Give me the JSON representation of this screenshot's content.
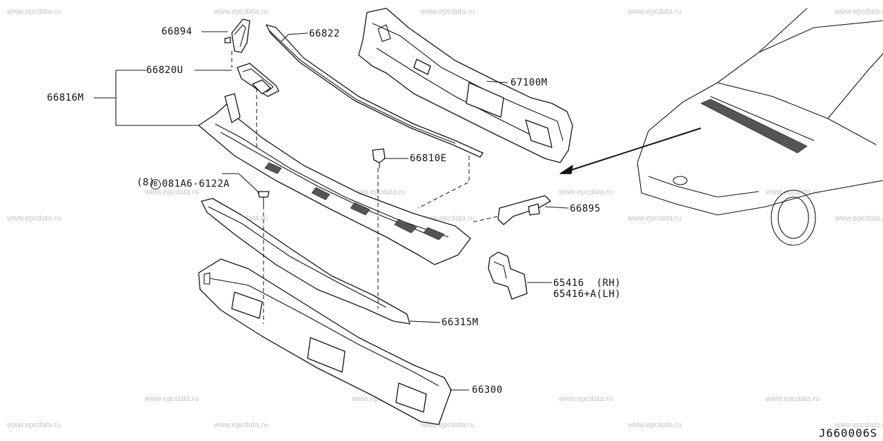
{
  "watermark": "www.epcdata.ru",
  "diagram_code": "J660006S",
  "parts": [
    {
      "id": "66894",
      "text": "66894"
    },
    {
      "id": "66822",
      "text": "66822"
    },
    {
      "id": "66820U",
      "text": "66820U"
    },
    {
      "id": "67100M",
      "text": "67100M"
    },
    {
      "id": "66816M",
      "text": "66816M"
    },
    {
      "id": "66810E",
      "text": "66810E"
    },
    {
      "id": "bolt",
      "badge": "B",
      "text": "081A6-6122A",
      "qty": "(8)"
    },
    {
      "id": "66895",
      "text": "66895"
    },
    {
      "id": "65416",
      "text": "65416  (RH)",
      "text2": "65416+A(LH)"
    },
    {
      "id": "66315M",
      "text": "66315M"
    },
    {
      "id": "66300",
      "text": "66300"
    }
  ]
}
